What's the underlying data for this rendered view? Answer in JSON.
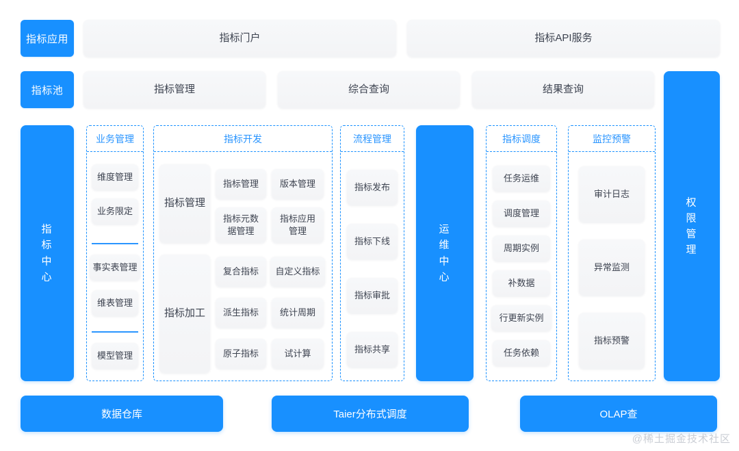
{
  "diagram": {
    "title_hidden": "",
    "accent_blue": "#1890ff",
    "card_grey": "#f5f6f8",
    "text_dark": "#3d4350",
    "layer_badges": [
      {
        "label": "指标应用"
      },
      {
        "label": "指标池"
      }
    ],
    "row_application": [
      {
        "label": "指标门户"
      },
      {
        "label": "指标API服务"
      }
    ],
    "row_pool": [
      {
        "label": "指标管理"
      },
      {
        "label": "综合查询"
      },
      {
        "label": "结果查询"
      }
    ],
    "left_panel": {
      "label": "指标中心",
      "chars": [
        "指",
        "标",
        "中",
        "心"
      ]
    },
    "ops_panel": {
      "label": "运维中心",
      "chars": [
        "运",
        "维",
        "中",
        "心"
      ]
    },
    "right_panel": {
      "label": "权限管理",
      "chars": [
        "权",
        "限",
        "管",
        "理"
      ]
    },
    "groups": [
      {
        "name": "business-management",
        "title": "业务管理",
        "items": [
          {
            "label": "维度管理"
          },
          {
            "label": "业务限定"
          },
          {
            "label": "事实表管理"
          },
          {
            "label": "维表管理"
          },
          {
            "label": "模型管理"
          }
        ]
      },
      {
        "name": "indicator-development",
        "title": "指标开发",
        "left_cards": [
          {
            "label": "指标管理"
          },
          {
            "label": "指标加工"
          }
        ],
        "right_cards": [
          {
            "label": "指标管理"
          },
          {
            "label": "版本管理"
          },
          {
            "label": "指标元数据管理"
          },
          {
            "label": "指标应用管理"
          },
          {
            "label": "复合指标"
          },
          {
            "label": "自定义指标"
          },
          {
            "label": "派生指标"
          },
          {
            "label": "统计周期"
          },
          {
            "label": "原子指标"
          },
          {
            "label": "试计算"
          }
        ]
      },
      {
        "name": "process-management",
        "title": "流程管理",
        "items": [
          {
            "label": "指标发布"
          },
          {
            "label": "指标下线"
          },
          {
            "label": "指标审批"
          },
          {
            "label": "指标共享"
          }
        ]
      },
      {
        "name": "indicator-scheduling",
        "title": "指标调度",
        "items": [
          {
            "label": "任务运维"
          },
          {
            "label": "调度管理"
          },
          {
            "label": "周期实例"
          },
          {
            "label": "补数据"
          },
          {
            "label": "行更新实例"
          },
          {
            "label": "任务依赖"
          }
        ]
      },
      {
        "name": "monitoring-alerting",
        "title": "监控预警",
        "items": [
          {
            "label": "审计日志"
          },
          {
            "label": "异常监测"
          },
          {
            "label": "指标预警"
          }
        ]
      }
    ],
    "foundation": [
      {
        "label": "数据仓库"
      },
      {
        "label": "Taier分布式调度"
      },
      {
        "label": "OLAP查"
      }
    ],
    "watermark": "@稀土掘金技术社区"
  }
}
